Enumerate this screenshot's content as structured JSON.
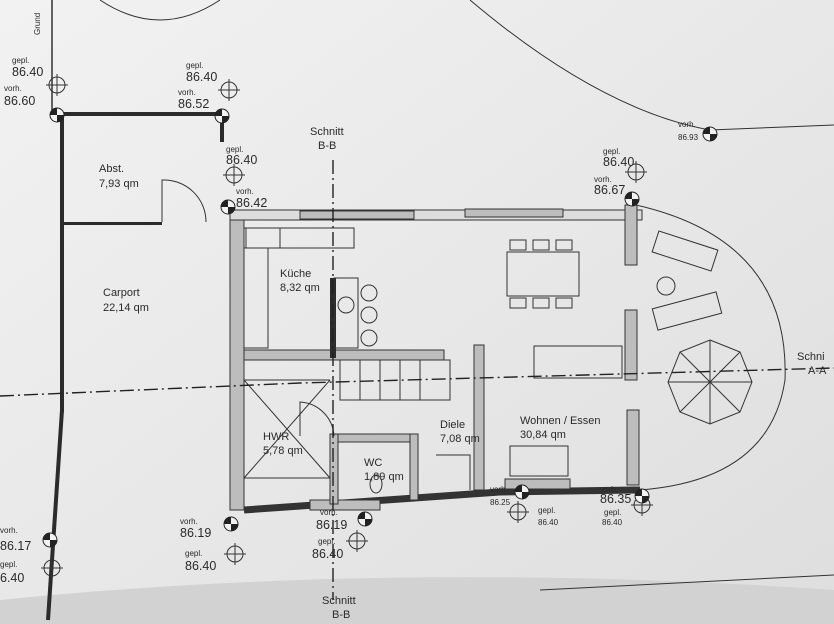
{
  "plan": {
    "edge_label": "Grund",
    "sections": {
      "b_top": {
        "line1": "Schnitt",
        "line2": "B-B"
      },
      "b_bottom": {
        "line1": "Schnitt",
        "line2": "B-B"
      },
      "a_right": {
        "line1": "Schni",
        "line2": "A-A"
      }
    },
    "rooms": [
      {
        "name": "Abst.",
        "area": "7,93 qm"
      },
      {
        "name": "Carport",
        "area": "22,14 qm"
      },
      {
        "name": "Küche",
        "area": "8,32 qm"
      },
      {
        "name": "HWR",
        "area": "5,78 qm"
      },
      {
        "name": "WC",
        "area": "1,89 qm"
      },
      {
        "name": "Diele",
        "area": "7,08 qm"
      },
      {
        "name": "Wohnen / Essen",
        "area": "30,84 qm"
      }
    ],
    "elevations": [
      {
        "label": "gepl.",
        "value": "86.40"
      },
      {
        "label": "vorh.",
        "value": "86.60"
      },
      {
        "label": "gepl.",
        "value": "86.40"
      },
      {
        "label": "vorh.",
        "value": "86.52"
      },
      {
        "label": "gepl.",
        "value": "86.40"
      },
      {
        "label": "vorh.",
        "value": "86.42"
      },
      {
        "label": "gepl.",
        "value": "86.40"
      },
      {
        "label": "vorh.",
        "value": "86.67"
      },
      {
        "label": "vorh.",
        "value": "86.93"
      },
      {
        "label": "vorh.",
        "value": "86.17"
      },
      {
        "label": "gepl.",
        "value": "6.40"
      },
      {
        "label": "vorh.",
        "value": "86.19"
      },
      {
        "label": "gepl.",
        "value": "86.40"
      },
      {
        "label": "vorh.",
        "value": "86.19"
      },
      {
        "label": "gepl.",
        "value": "86.40"
      },
      {
        "label": "vorh.",
        "value": "86.25"
      },
      {
        "label": "gepl.",
        "value": "86.40"
      },
      {
        "label": "vorh.",
        "value": "86.35"
      },
      {
        "label": "gepl.",
        "value": "86.40"
      }
    ]
  }
}
